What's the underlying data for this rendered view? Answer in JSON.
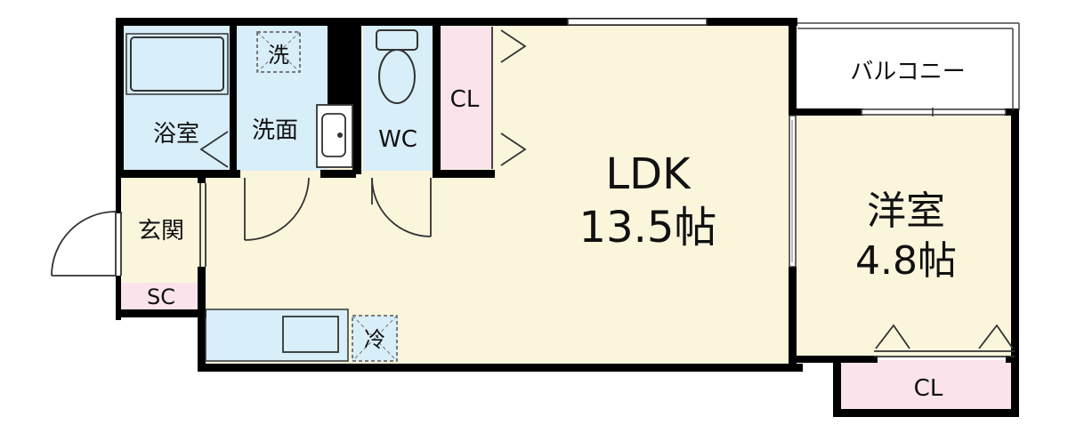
{
  "rooms": {
    "ldk_name": "LDK",
    "ldk_size": "13.5帖",
    "western_name": "洋室",
    "western_size": "4.8帖",
    "balcony": "バルコニー",
    "bath": "浴室",
    "washroom": "洗面",
    "washer": "洗",
    "wc": "WC",
    "closet_top": "CL",
    "closet_bottom": "CL",
    "entrance": "玄関",
    "shoe_closet": "SC",
    "fridge": "冷"
  },
  "colors": {
    "wall": "#000000",
    "floor": "#fbf5dc",
    "wet_area": "#d8eef9",
    "closet": "#fbe3ec",
    "fixture_stroke": "#3a3a3a"
  }
}
